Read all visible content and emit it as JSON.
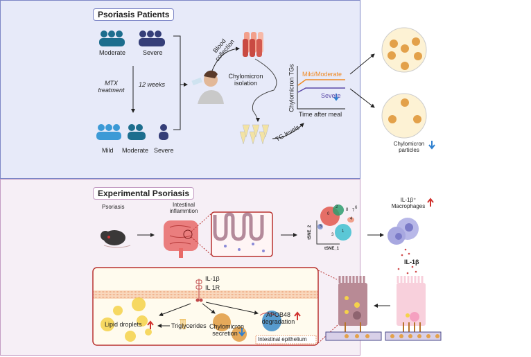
{
  "patients": {
    "title": "Psoriasis Patients",
    "before_groups": [
      "Moderate",
      "Severe"
    ],
    "treatment": "MTX treatment",
    "duration": "12 weeks",
    "after_groups": [
      "Mild",
      "Moderate",
      "Severe"
    ],
    "blood_collection": "Blood collection",
    "isolation": "Chylomicron isolation",
    "tg_levels": "TG levels",
    "graph": {
      "ylabel": "Chylomicron TGs",
      "xlabel": "Time after meal",
      "series": [
        "Mild/Moderate",
        "Severe"
      ]
    },
    "particles": "Chylomicron particles"
  },
  "experimental": {
    "title": "Experimental Psoriasis",
    "psoriasis": "Psoriasis",
    "inflammation": "Intestinal inflammtion",
    "tsne": {
      "x": "tSNE_1",
      "y": "tSNE_2",
      "clusters": [
        "0",
        "1",
        "2",
        "3",
        "4",
        "5",
        "6",
        "7",
        "8"
      ]
    },
    "macrophages": "IL-1β⁺ Macrophages",
    "il1b": "IL-1β",
    "mechanism": {
      "ligand": "IL-1β",
      "receptor": "IL 1R",
      "lipid": "Lipid droplets",
      "triglycerides": "Triglycerides",
      "secretion": "Chylomicron secretion",
      "apob": "APOB48 degradation",
      "epithelium": "Intestinal epithelium"
    }
  },
  "colors": {
    "up": "#d0312d",
    "down": "#2f80d0",
    "mild_moderate": "#f08a24",
    "severe": "#5b4aa8",
    "top_bg": "#e7eaf9",
    "bottom_bg": "#f6eff6",
    "frame_red": "#b8312f"
  }
}
